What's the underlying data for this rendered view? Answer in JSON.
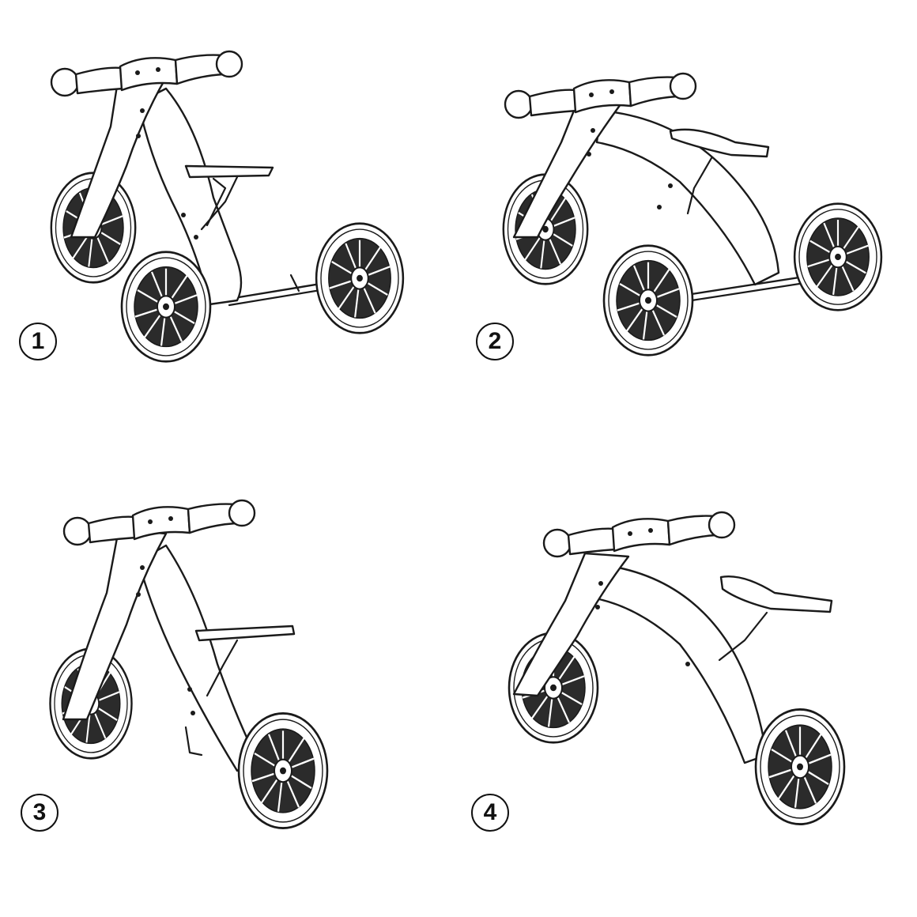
{
  "steps": [
    {
      "number": "1"
    },
    {
      "number": "2"
    },
    {
      "number": "3"
    },
    {
      "number": "4"
    }
  ],
  "colors": {
    "line": "#1a1a1a",
    "background": "#ffffff"
  }
}
